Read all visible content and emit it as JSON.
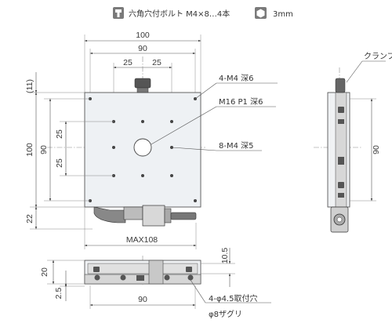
{
  "legend": {
    "bolt_icon": "hex-socket-bolt-icon",
    "bolt_text": "六角穴付ボルト M4×8…4本",
    "hex_icon": "hex-wrench-icon",
    "hex_text": "3mm"
  },
  "top_view": {
    "width_overall": "100",
    "hole_pitch_90": "90",
    "pitch_left": "25",
    "pitch_right": "25",
    "offset_11": "(11)",
    "height_overall": "100",
    "hole_pitch_v_90": "90",
    "pitch_v_upper": "25",
    "pitch_v_lower": "25",
    "clamp_offset": "22",
    "max_travel": "MAX108",
    "callout_4m4": "4-M4 深6",
    "callout_m16": "M16 P1 深6",
    "callout_8m4": "8-M4 深5"
  },
  "side_view": {
    "clamp_label": "クランプ",
    "height_90": "90"
  },
  "front_view": {
    "height_20": "20",
    "height_10_5": "10.5",
    "offset_2_5": "2.5",
    "width_90": "90",
    "callout_holes": "4-φ4.5取付穴",
    "callout_counterbore": "φ8ザグリ"
  }
}
